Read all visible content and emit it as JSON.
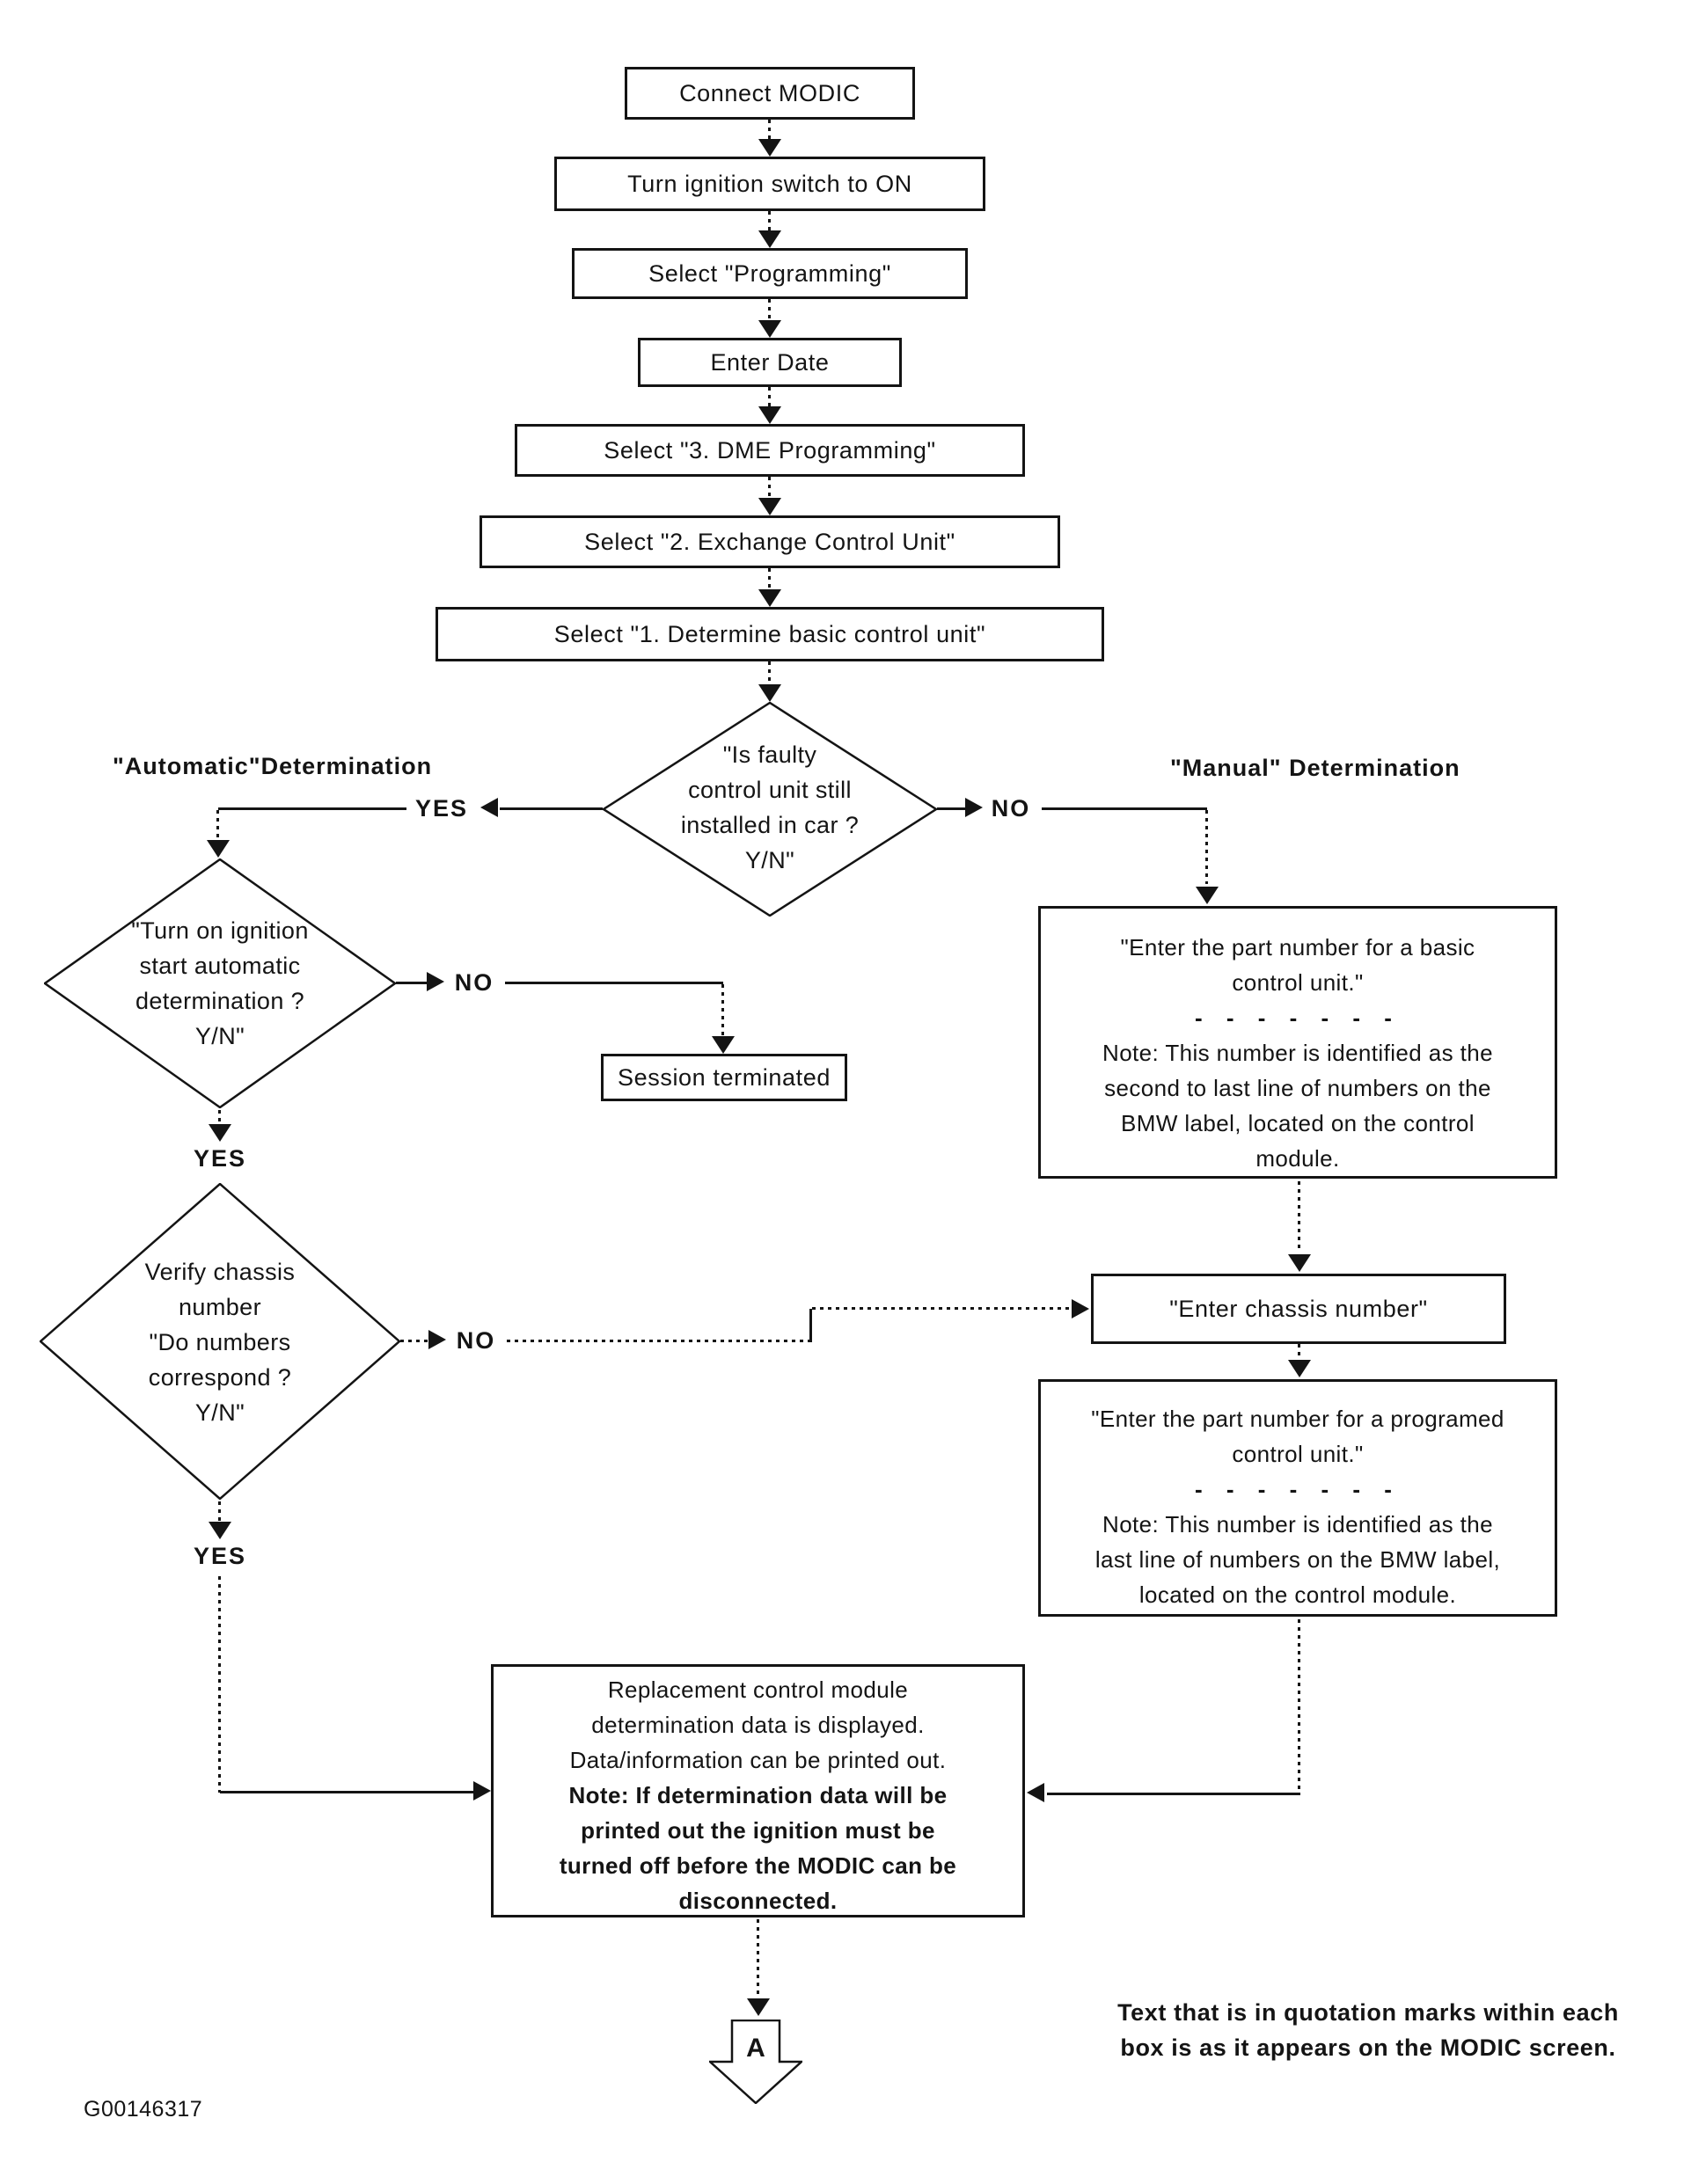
{
  "figure_id": "G00146317",
  "labels": {
    "automatic": "\"Automatic\"Determination",
    "manual": "\"Manual\" Determination",
    "yes": "YES",
    "no": "NO"
  },
  "main_flow": {
    "steps": [
      "Connect MODIC",
      "Turn ignition switch to ON",
      "Select \"Programming\"",
      "Enter Date",
      "Select \"3. DME Programming\"",
      "Select \"2. Exchange Control Unit\"",
      "Select \"1. Determine basic control unit\""
    ]
  },
  "decisions": {
    "faulty_unit": {
      "lines": [
        "\"Is faulty",
        "control unit still",
        "installed in car ?",
        "Y/N\""
      ]
    },
    "ignition_auto": {
      "lines": [
        "\"Turn on ignition",
        "start automatic",
        "determination ?",
        "Y/N\""
      ]
    },
    "verify_chassis": {
      "lines": [
        "Verify chassis",
        "number",
        "\"Do numbers",
        "correspond ?",
        "Y/N\""
      ]
    }
  },
  "session_box": {
    "text": "Session terminated"
  },
  "basic_box": {
    "lines": [
      "\"Enter the part number for a basic",
      "control unit.\"",
      "- - - - - - -",
      "Note: This number is identified as the",
      "second to last line of numbers on the",
      "BMW label, located on the control",
      "module."
    ]
  },
  "chassis_box": {
    "text": "\"Enter chassis number\""
  },
  "programmed_box": {
    "lines": [
      "\"Enter the part number for a programed",
      "control unit.\"",
      "- - - - - - -",
      "Note: This number is identified as the",
      "last line of numbers on the BMW label,",
      "located on the control module."
    ]
  },
  "result_box": {
    "lines": [
      "Replacement control module",
      "determination data is displayed.",
      "Data/information can be printed out.",
      "Note: If determination data will be",
      "printed out the ignition must be",
      "turned off before the MODIC can be",
      "disconnected."
    ]
  },
  "connector_a": {
    "label": "A"
  },
  "footnote": {
    "lines": [
      "Text that is in quotation marks within each",
      "box is as it appears on the MODIC screen."
    ]
  },
  "colors": {
    "ink": "#141414",
    "paper": "#ffffff"
  }
}
